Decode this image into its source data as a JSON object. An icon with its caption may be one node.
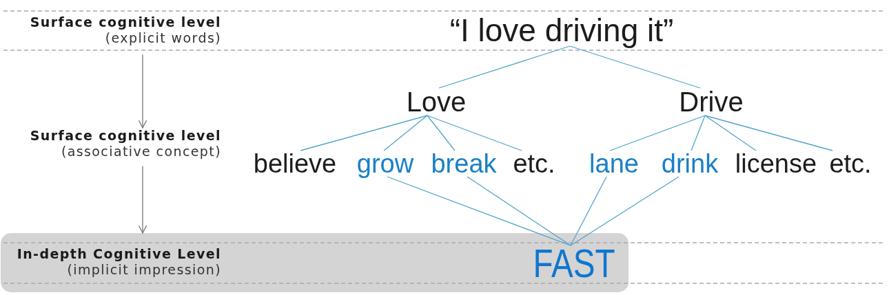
{
  "diagram": {
    "nodes": [
      {
        "text": [
          "Surface cognitive level",
          "(explicit words)"
        ]
      },
      {
        "text": [
          "“I love driving it”"
        ]
      },
      {
        "text": [
          "Love"
        ]
      },
      {
        "text": [
          "Drive"
        ]
      },
      {
        "text": [
          "Surface cognitive level",
          "(associative concept)"
        ]
      },
      {
        "text": [
          "believe"
        ]
      },
      {
        "text": [
          "grow"
        ]
      },
      {
        "text": [
          "break"
        ]
      },
      {
        "text": [
          "etc."
        ]
      },
      {
        "text": [
          "lane"
        ]
      },
      {
        "text": [
          "drink"
        ]
      },
      {
        "text": [
          "license"
        ]
      },
      {
        "text": [
          "etc."
        ]
      },
      {
        "text": [
          "In-depth Cognitive Level",
          "(implicit impression)"
        ]
      },
      {
        "text": [
          "FAST"
        ],
        "in": 13
      }
    ],
    "edges": [
      {
        "from": 0,
        "to": 4,
        "arrow": "to",
        "color": "#777777"
      },
      {
        "from": 4,
        "to": 13,
        "arrow": "to",
        "color": "#777777"
      },
      {
        "from": 1,
        "to": 2,
        "arrow": "none"
      },
      {
        "from": 1,
        "to": 3,
        "arrow": "none"
      },
      {
        "from": 2,
        "to": 5,
        "arrow": "none"
      },
      {
        "from": 2,
        "to": 6,
        "arrow": "none"
      },
      {
        "from": 2,
        "to": 7,
        "arrow": "none"
      },
      {
        "from": 2,
        "to": 8,
        "arrow": "none"
      },
      {
        "from": 3,
        "to": 9,
        "arrow": "none"
      },
      {
        "from": 3,
        "to": 10,
        "arrow": "none"
      },
      {
        "from": 3,
        "to": 11,
        "arrow": "none"
      },
      {
        "from": 3,
        "to": 12,
        "arrow": "none"
      },
      {
        "from": 6,
        "to": 14,
        "arrow": "none"
      },
      {
        "from": 7,
        "to": 14,
        "arrow": "none"
      },
      {
        "from": 9,
        "to": 14,
        "arrow": "none"
      },
      {
        "from": 10,
        "to": 14,
        "arrow": "none"
      }
    ]
  }
}
